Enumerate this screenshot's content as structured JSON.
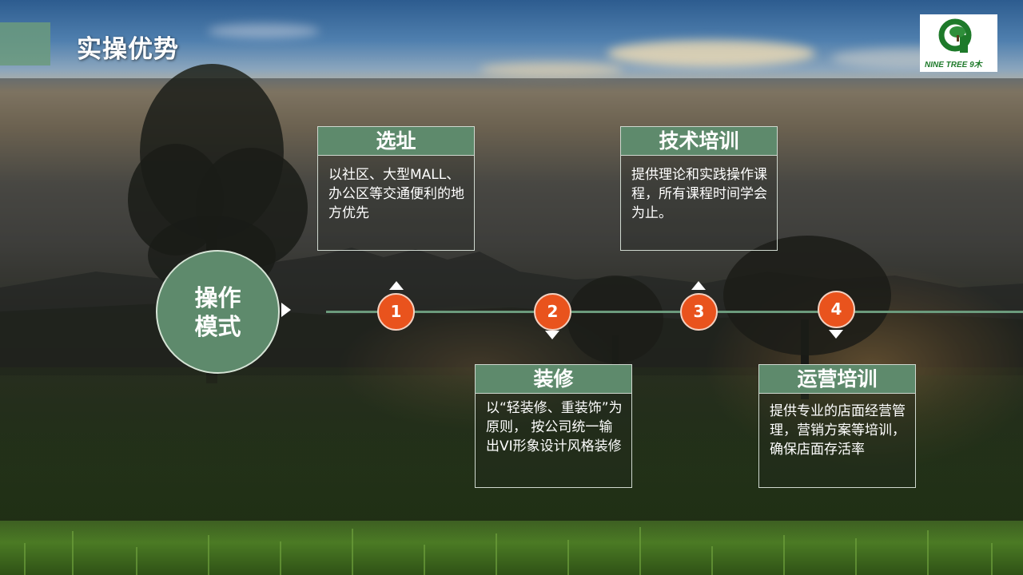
{
  "header": {
    "title": "实操优势",
    "logo_text": "NINE TREE 9木",
    "logo_alt": "nine-tree-logo"
  },
  "hub": {
    "line1": "操作",
    "line2": "模式"
  },
  "steps": [
    {
      "number": "1",
      "title": "选址",
      "body": "以社区、大型MALL、办公区等交通便利的地方优先"
    },
    {
      "number": "2",
      "title": "装修",
      "body": "以“轻装修、重装饰”为原则， 按公司统一输出VI形象设计风格装修"
    },
    {
      "number": "3",
      "title": "技术培训",
      "body": "提供理论和实践操作课程，所有课程时间学会为止。"
    },
    {
      "number": "4",
      "title": "运营培训",
      "body": "提供专业的店面经营管理，营销方案等培训，确保店面存活率"
    }
  ],
  "colors": {
    "accent_green": "#5e8a6c",
    "node_orange": "#e9531d",
    "line_green": "#6b9a7c",
    "logo_green": "#1e7a2a"
  }
}
